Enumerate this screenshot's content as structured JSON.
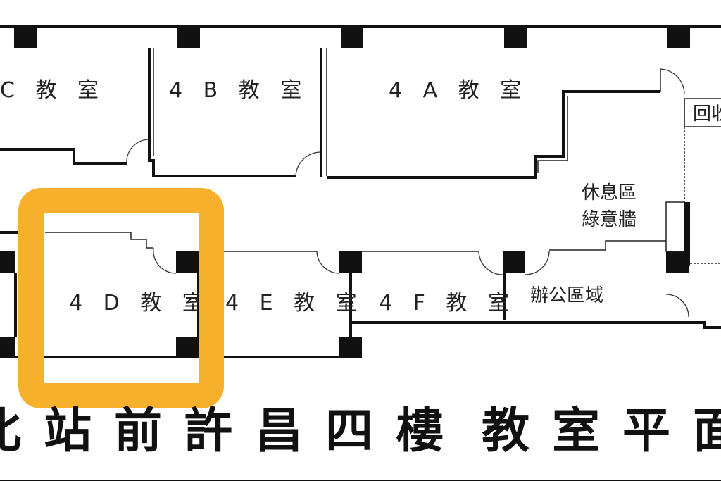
{
  "rooms": {
    "c": "C 教 室",
    "b": "4 B 教 室",
    "a": "4 A 教 室",
    "d": "4 D 教 室",
    "e": "4 E 教 室",
    "f": "4 F 教 室",
    "office": "辦公區域",
    "lounge_line1": "休息區",
    "lounge_line2": "綠意牆",
    "recycle": "回收"
  },
  "title": {
    "left": "北站前許昌四樓",
    "right": "教室平面"
  },
  "highlight": {
    "room": "4D",
    "color": "#F7B02B"
  }
}
